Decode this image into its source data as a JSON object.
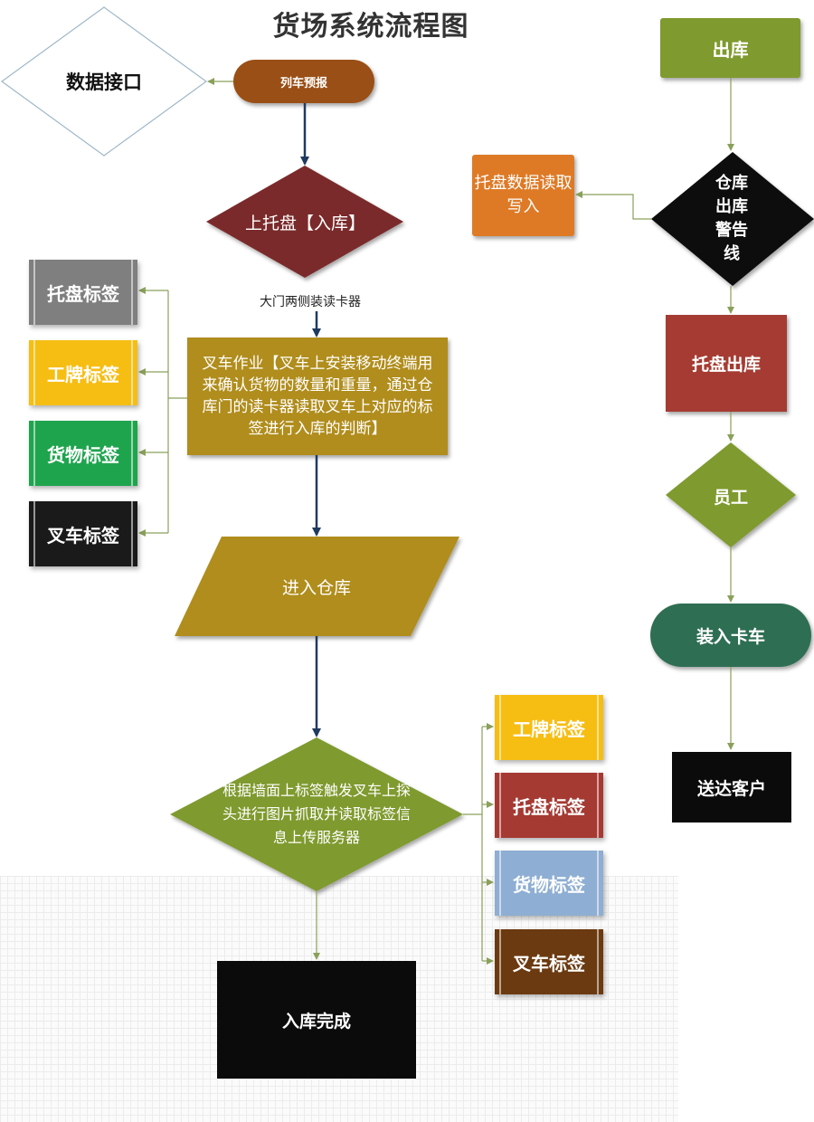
{
  "title": "货场系统流程图",
  "colors": {
    "brown": "#9a4f16",
    "dark_red": "#7a2a2a",
    "olive_gold": "#b08d1e",
    "olive_green": "#7f9a2e",
    "dark_green": "#2e6e52",
    "red": "#a53a33",
    "orange": "#de7a26",
    "black": "#0b0b0b",
    "navy_arrow": "#1f3a5f",
    "green_line": "#8aa05a"
  },
  "left_flow": {
    "data_interface": "数据接口",
    "train_forecast": "列车预报",
    "pallet_inbound": "上托盘【入库】",
    "reader_note": "大门两侧装读卡器",
    "forklift_op": "叉车作业【叉车上安装移动终端用来确认货物的数量和重量，通过仓库门的读卡器读取叉车上对应的标签进行入库的判断】",
    "enter_warehouse": "进入仓库",
    "wall_trigger": "根据墙面上标签触发叉车上探头进行图片抓取并读取标签信息上传服务器",
    "inbound_complete": "入库完成"
  },
  "left_tags": [
    "托盘标签",
    "工牌标签",
    "货物标签",
    "叉车标签"
  ],
  "bottom_tags": [
    "工牌标签",
    "托盘标签",
    "货物标签",
    "叉车标签"
  ],
  "right_flow": {
    "outbound": "出库",
    "warning_line": "仓库出库警告线",
    "pallet_read_write": "托盘数据读取写入",
    "pallet_outbound": "托盘出库",
    "staff": "员工",
    "load_truck": "装入卡车",
    "deliver": "送达客户"
  }
}
